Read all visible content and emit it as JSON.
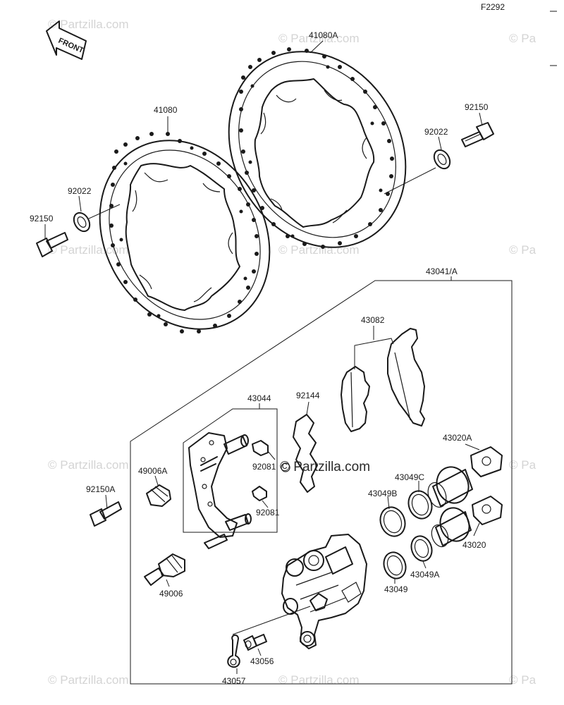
{
  "figure_code": "F2292",
  "front_arrow": {
    "label": "FRONT"
  },
  "watermark": {
    "text": "© Partzilla.com",
    "text_short": "© Pa",
    "highlight": "© Partzilla.com"
  },
  "colors": {
    "ink": "#1a1a1a",
    "watermark": "#d4d4d4",
    "background": "#ffffff"
  },
  "labels": {
    "disc_left": "41080",
    "disc_right": "41080A",
    "washer_right": "92022",
    "bolt_right": "92150",
    "washer_left": "92022",
    "bolt_left": "92150",
    "caliper_assy": "43041/A",
    "pads": "43082",
    "bracket": "43044",
    "spring": "92144",
    "clip_upper": "92081",
    "clip_lower": "92081",
    "boot_upper": "49006A",
    "bolt_caliper": "92150A",
    "boot_lower": "49006",
    "piston_upper": "43020A",
    "seal_upper": "43049C",
    "seal_upper_b": "43049B",
    "piston_lower": "43020",
    "seal_lower_a": "43049A",
    "seal_lower": "43049",
    "bleeder": "43056",
    "cap": "43057"
  }
}
